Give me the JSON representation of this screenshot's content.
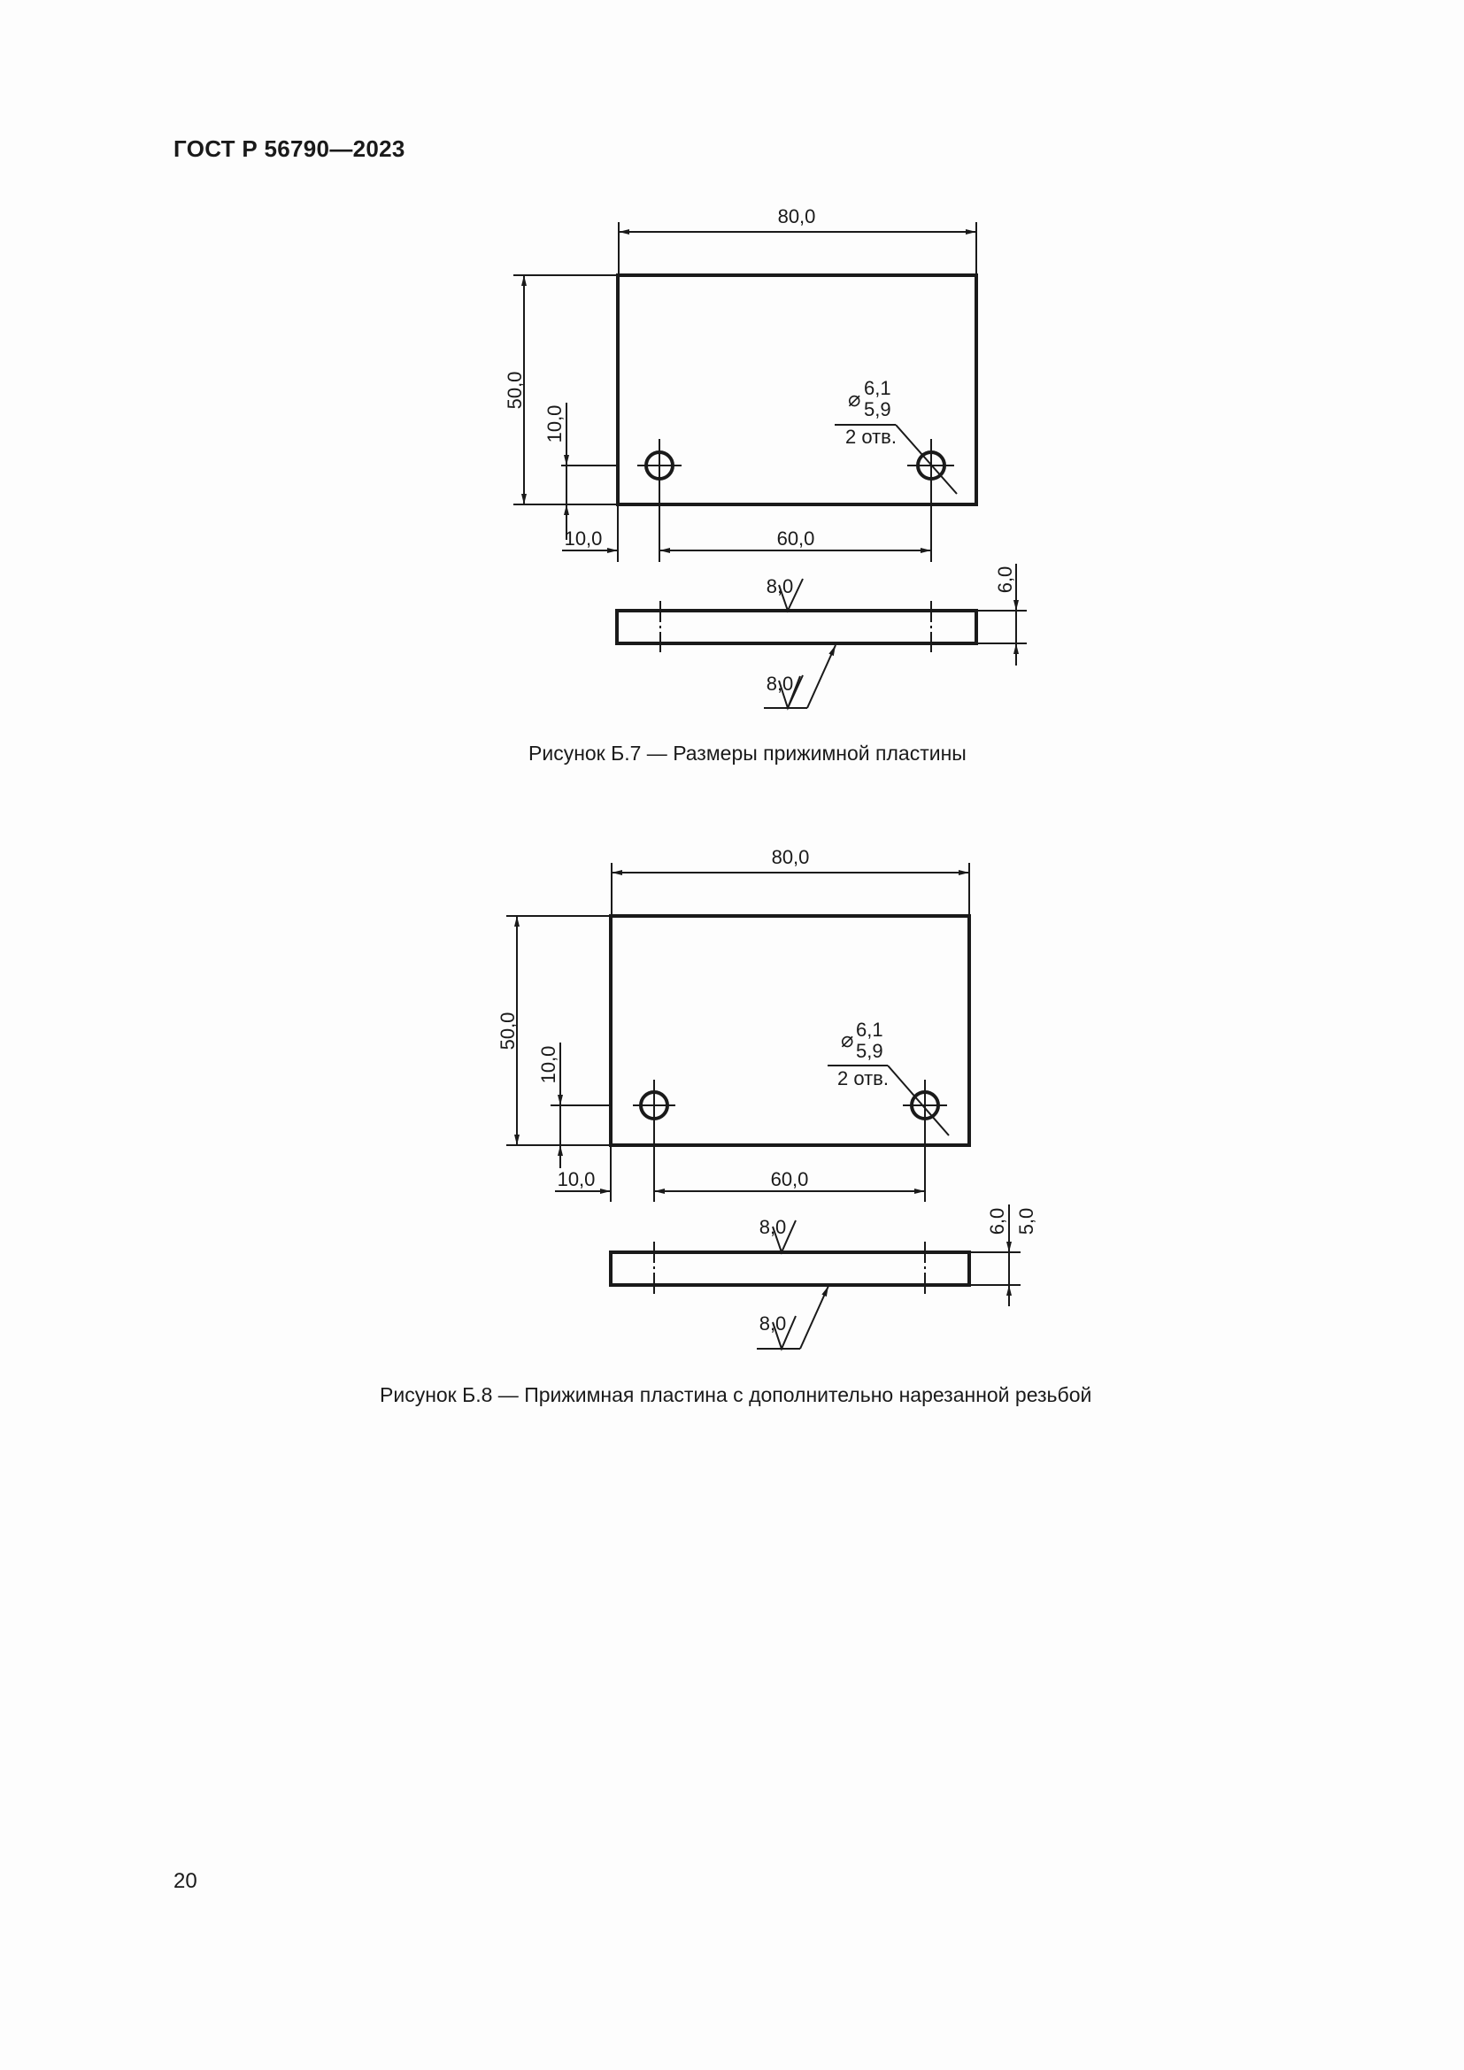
{
  "header": {
    "doc_code": "ГОСТ Р 56790—2023"
  },
  "figures": [
    {
      "id": "B7",
      "caption": "Рисунок Б.7 — Размеры прижимной пластины",
      "dims": {
        "width": "80,0",
        "height": "50,0",
        "hole_offset_y": "10,0",
        "hole_offset_x": "10,0",
        "hole_spacing": "60,0",
        "hole_dia_symbol": "⌀",
        "hole_dia_max": "6,1",
        "hole_dia_min": "5,9",
        "hole_count": "2 отв.",
        "roughness_top": "8,0",
        "roughness_bottom": "8,0",
        "thickness": "6,0"
      }
    },
    {
      "id": "B8",
      "caption": "Рисунок Б.8 — Прижимная пластина с дополнительно нарезанной резьбой",
      "dims": {
        "width": "80,0",
        "height": "50,0",
        "hole_offset_y": "10,0",
        "hole_offset_x": "10,0",
        "hole_spacing": "60,0",
        "hole_dia_symbol": "⌀",
        "hole_dia_max": "6,1",
        "hole_dia_min": "5,9",
        "hole_count": "2 отв.",
        "roughness_top": "8,0",
        "roughness_bottom": "8,0",
        "thickness_max": "6,0",
        "thickness_min": "5,0"
      }
    }
  ],
  "page_number": "20",
  "colors": {
    "ink": "#1a1a1a",
    "paper": "#fdfdfd"
  }
}
